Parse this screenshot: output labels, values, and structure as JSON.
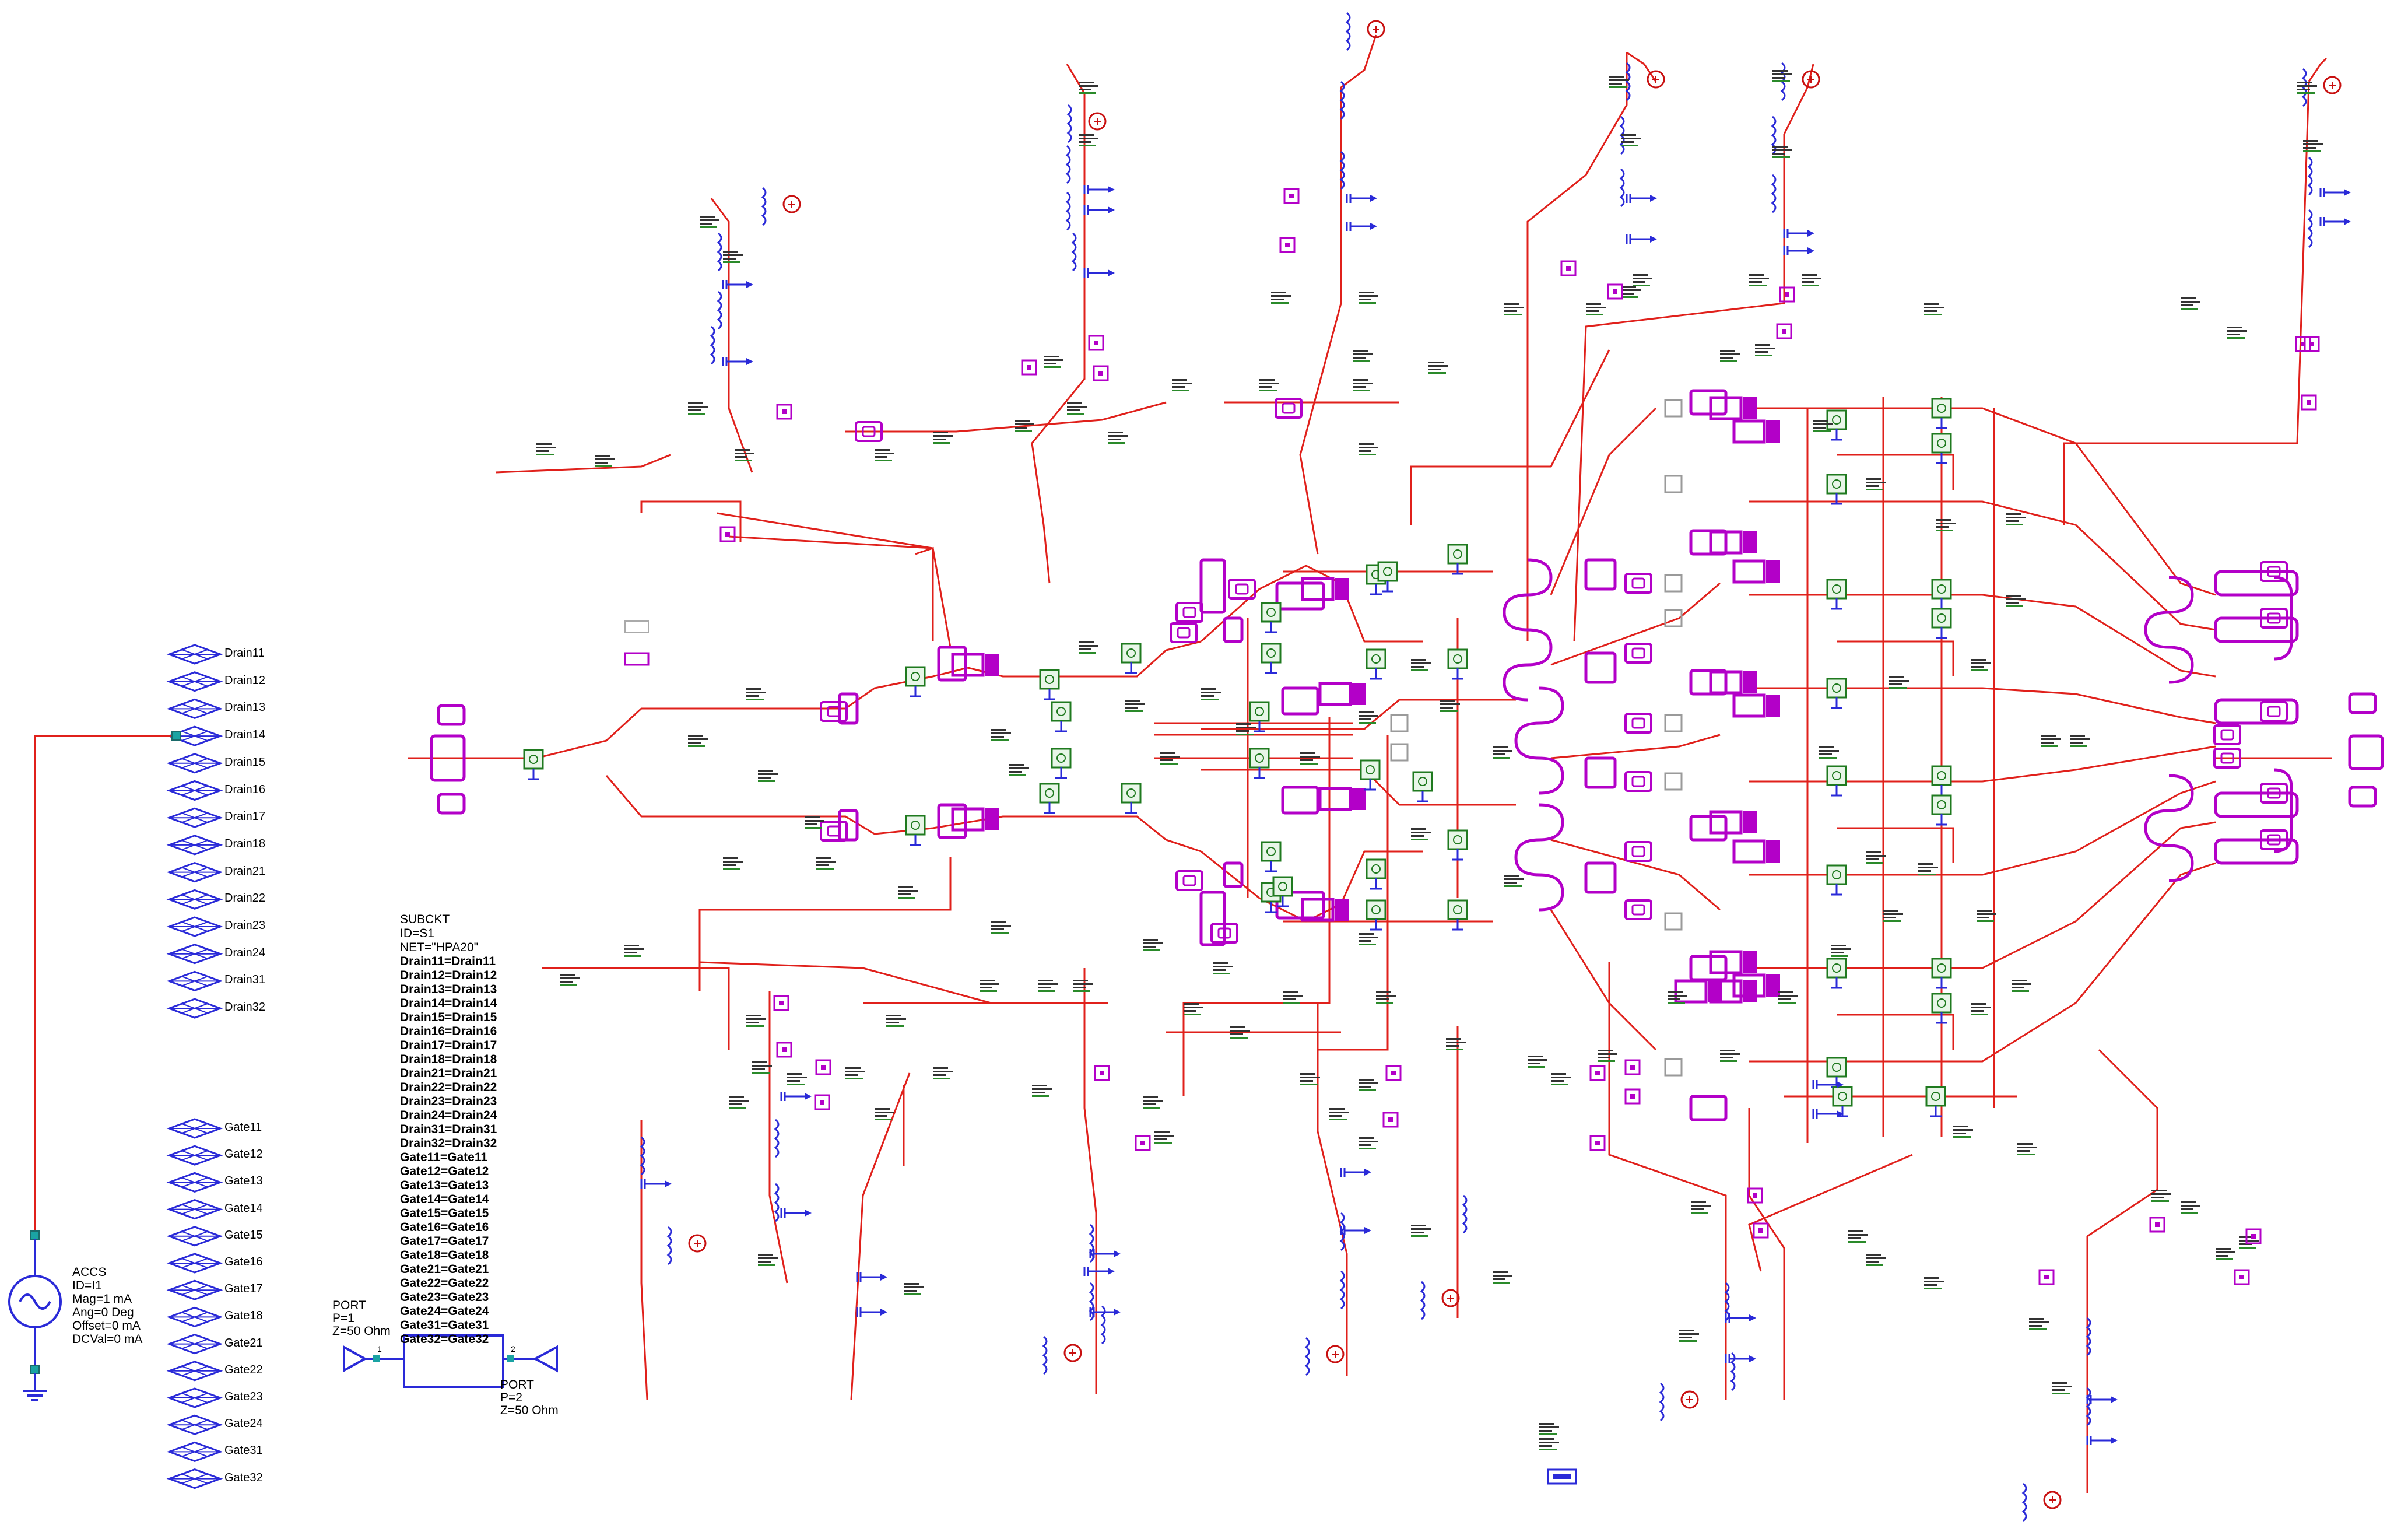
{
  "drain_ports": [
    "Drain11",
    "Drain12",
    "Drain13",
    "Drain14",
    "Drain15",
    "Drain16",
    "Drain17",
    "Drain18",
    "Drain21",
    "Drain22",
    "Drain23",
    "Drain24",
    "Drain31",
    "Drain32"
  ],
  "gate_ports": [
    "Gate11",
    "Gate12",
    "Gate13",
    "Gate14",
    "Gate15",
    "Gate16",
    "Gate17",
    "Gate18",
    "Gate21",
    "Gate22",
    "Gate23",
    "Gate24",
    "Gate31",
    "Gate32"
  ],
  "accs": {
    "lines": [
      "ACCS",
      "ID=I1",
      "Mag=1 mA",
      "Ang=0 Deg",
      "Offset=0 mA",
      "DCVal=0 mA"
    ]
  },
  "subckt": {
    "header": [
      "SUBCKT",
      "ID=S1",
      "NET=\"HPA20\""
    ],
    "mappings": [
      "Drain11=Drain11",
      "Drain12=Drain12",
      "Drain13=Drain13",
      "Drain14=Drain14",
      "Drain15=Drain15",
      "Drain16=Drain16",
      "Drain17=Drain17",
      "Drain18=Drain18",
      "Drain21=Drain21",
      "Drain22=Drain22",
      "Drain23=Drain23",
      "Drain24=Drain24",
      "Drain31=Drain31",
      "Drain32=Drain32",
      "Gate11=Gate11",
      "Gate12=Gate12",
      "Gate13=Gate13",
      "Gate14=Gate14",
      "Gate15=Gate15",
      "Gate16=Gate16",
      "Gate17=Gate17",
      "Gate18=Gate18",
      "Gate21=Gate21",
      "Gate22=Gate22",
      "Gate23=Gate23",
      "Gate24=Gate24",
      "Gate31=Gate31",
      "Gate32=Gate32"
    ]
  },
  "port1": {
    "lines": [
      "PORT",
      "P=1",
      "Z=50 Ohm"
    ],
    "pin": "1"
  },
  "port2": {
    "lines": [
      "PORT",
      "P=2",
      "Z=50 Ohm"
    ],
    "pin": "2"
  },
  "colors": {
    "wire": "#e0201b",
    "element": "#b300c8",
    "port": "#2a2ad8",
    "ground": "#2a2ad8",
    "transistor_box": "#1f7a1f",
    "source": "#c81010"
  }
}
